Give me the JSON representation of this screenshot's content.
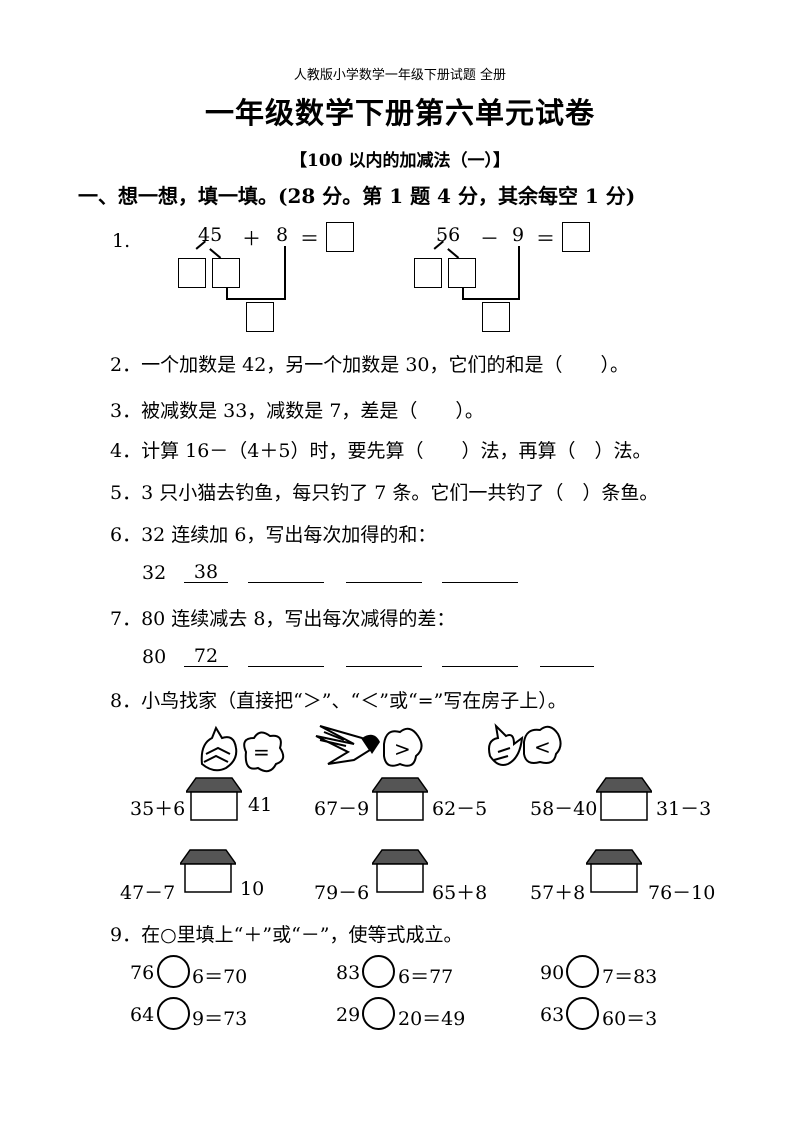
{
  "header": {
    "top_note": "人教版小学数学一年级下册试题 全册",
    "title": "一年级数学下册第六单元试卷",
    "subtitle": "【100 以内的加减法（一）】"
  },
  "section1": {
    "heading": "一、想一想，填一填。(28 分。第 1 题 4 分，其余每空 1 分)",
    "q1": {
      "num": "1.",
      "left": {
        "a": "45",
        "op": "＋",
        "b": "8",
        "eq": "＝"
      },
      "right": {
        "a": "56",
        "op": "－",
        "b": "9",
        "eq": "＝"
      }
    },
    "q2": "2．一个加数是 42，另一个加数是 30，它们的和是（　　）。",
    "q3": "3．被减数是 33，减数是 7，差是（　　）。",
    "q4": "4．计算 16－（4＋5）时，要先算（　　）法，再算（　）法。",
    "q5": "5．3 只小猫去钓鱼，每只钓了 7 条。它们一共钓了（　）条鱼。",
    "q6": {
      "text": "6．32 连续加 6，写出每次加得的和：",
      "start": "32",
      "first": "38"
    },
    "q7": {
      "text": "7．80 连续减去 8，写出每次减得的差：",
      "start": "80",
      "first": "72"
    },
    "q8": {
      "text": "8．小鸟找家（直接把“＞”、“＜”或“=”写在房子上）。",
      "signs": [
        "=",
        ">",
        "<"
      ],
      "rows": [
        [
          {
            "left": "35＋6",
            "right": "41"
          },
          {
            "left": "67－9",
            "right": "62－5"
          },
          {
            "left": "58－40",
            "right": "31－3"
          }
        ],
        [
          {
            "left": "47－7",
            "right": "10"
          },
          {
            "left": "79－6",
            "right": "65＋8"
          },
          {
            "left": "57＋8",
            "right": "76－10"
          }
        ]
      ]
    },
    "q9": {
      "text": "9．在○里填上“＋”或“－”，使等式成立。",
      "items": [
        {
          "a": "76",
          "rest": "6＝70"
        },
        {
          "a": "83",
          "rest": "6＝77"
        },
        {
          "a": "90",
          "rest": "7＝83"
        },
        {
          "a": "64",
          "rest": "9＝73"
        },
        {
          "a": "29",
          "rest": "20＝49"
        },
        {
          "a": "63",
          "rest": "60＝3"
        }
      ]
    }
  },
  "colors": {
    "roof": "#555555",
    "text": "#000000"
  }
}
